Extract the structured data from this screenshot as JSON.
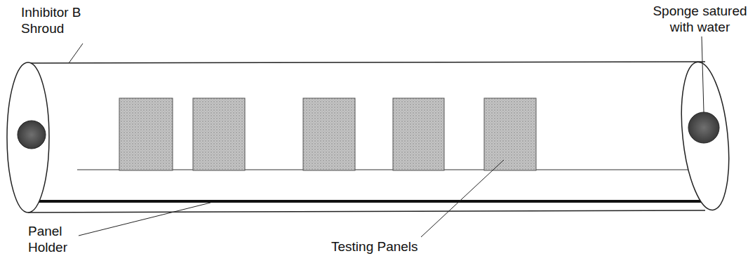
{
  "diagram": {
    "labels": [
      "Inhibitor B Shroud",
      "Sponge satured with water",
      "Panel Holder",
      "Testing Panels"
    ]
  }
}
